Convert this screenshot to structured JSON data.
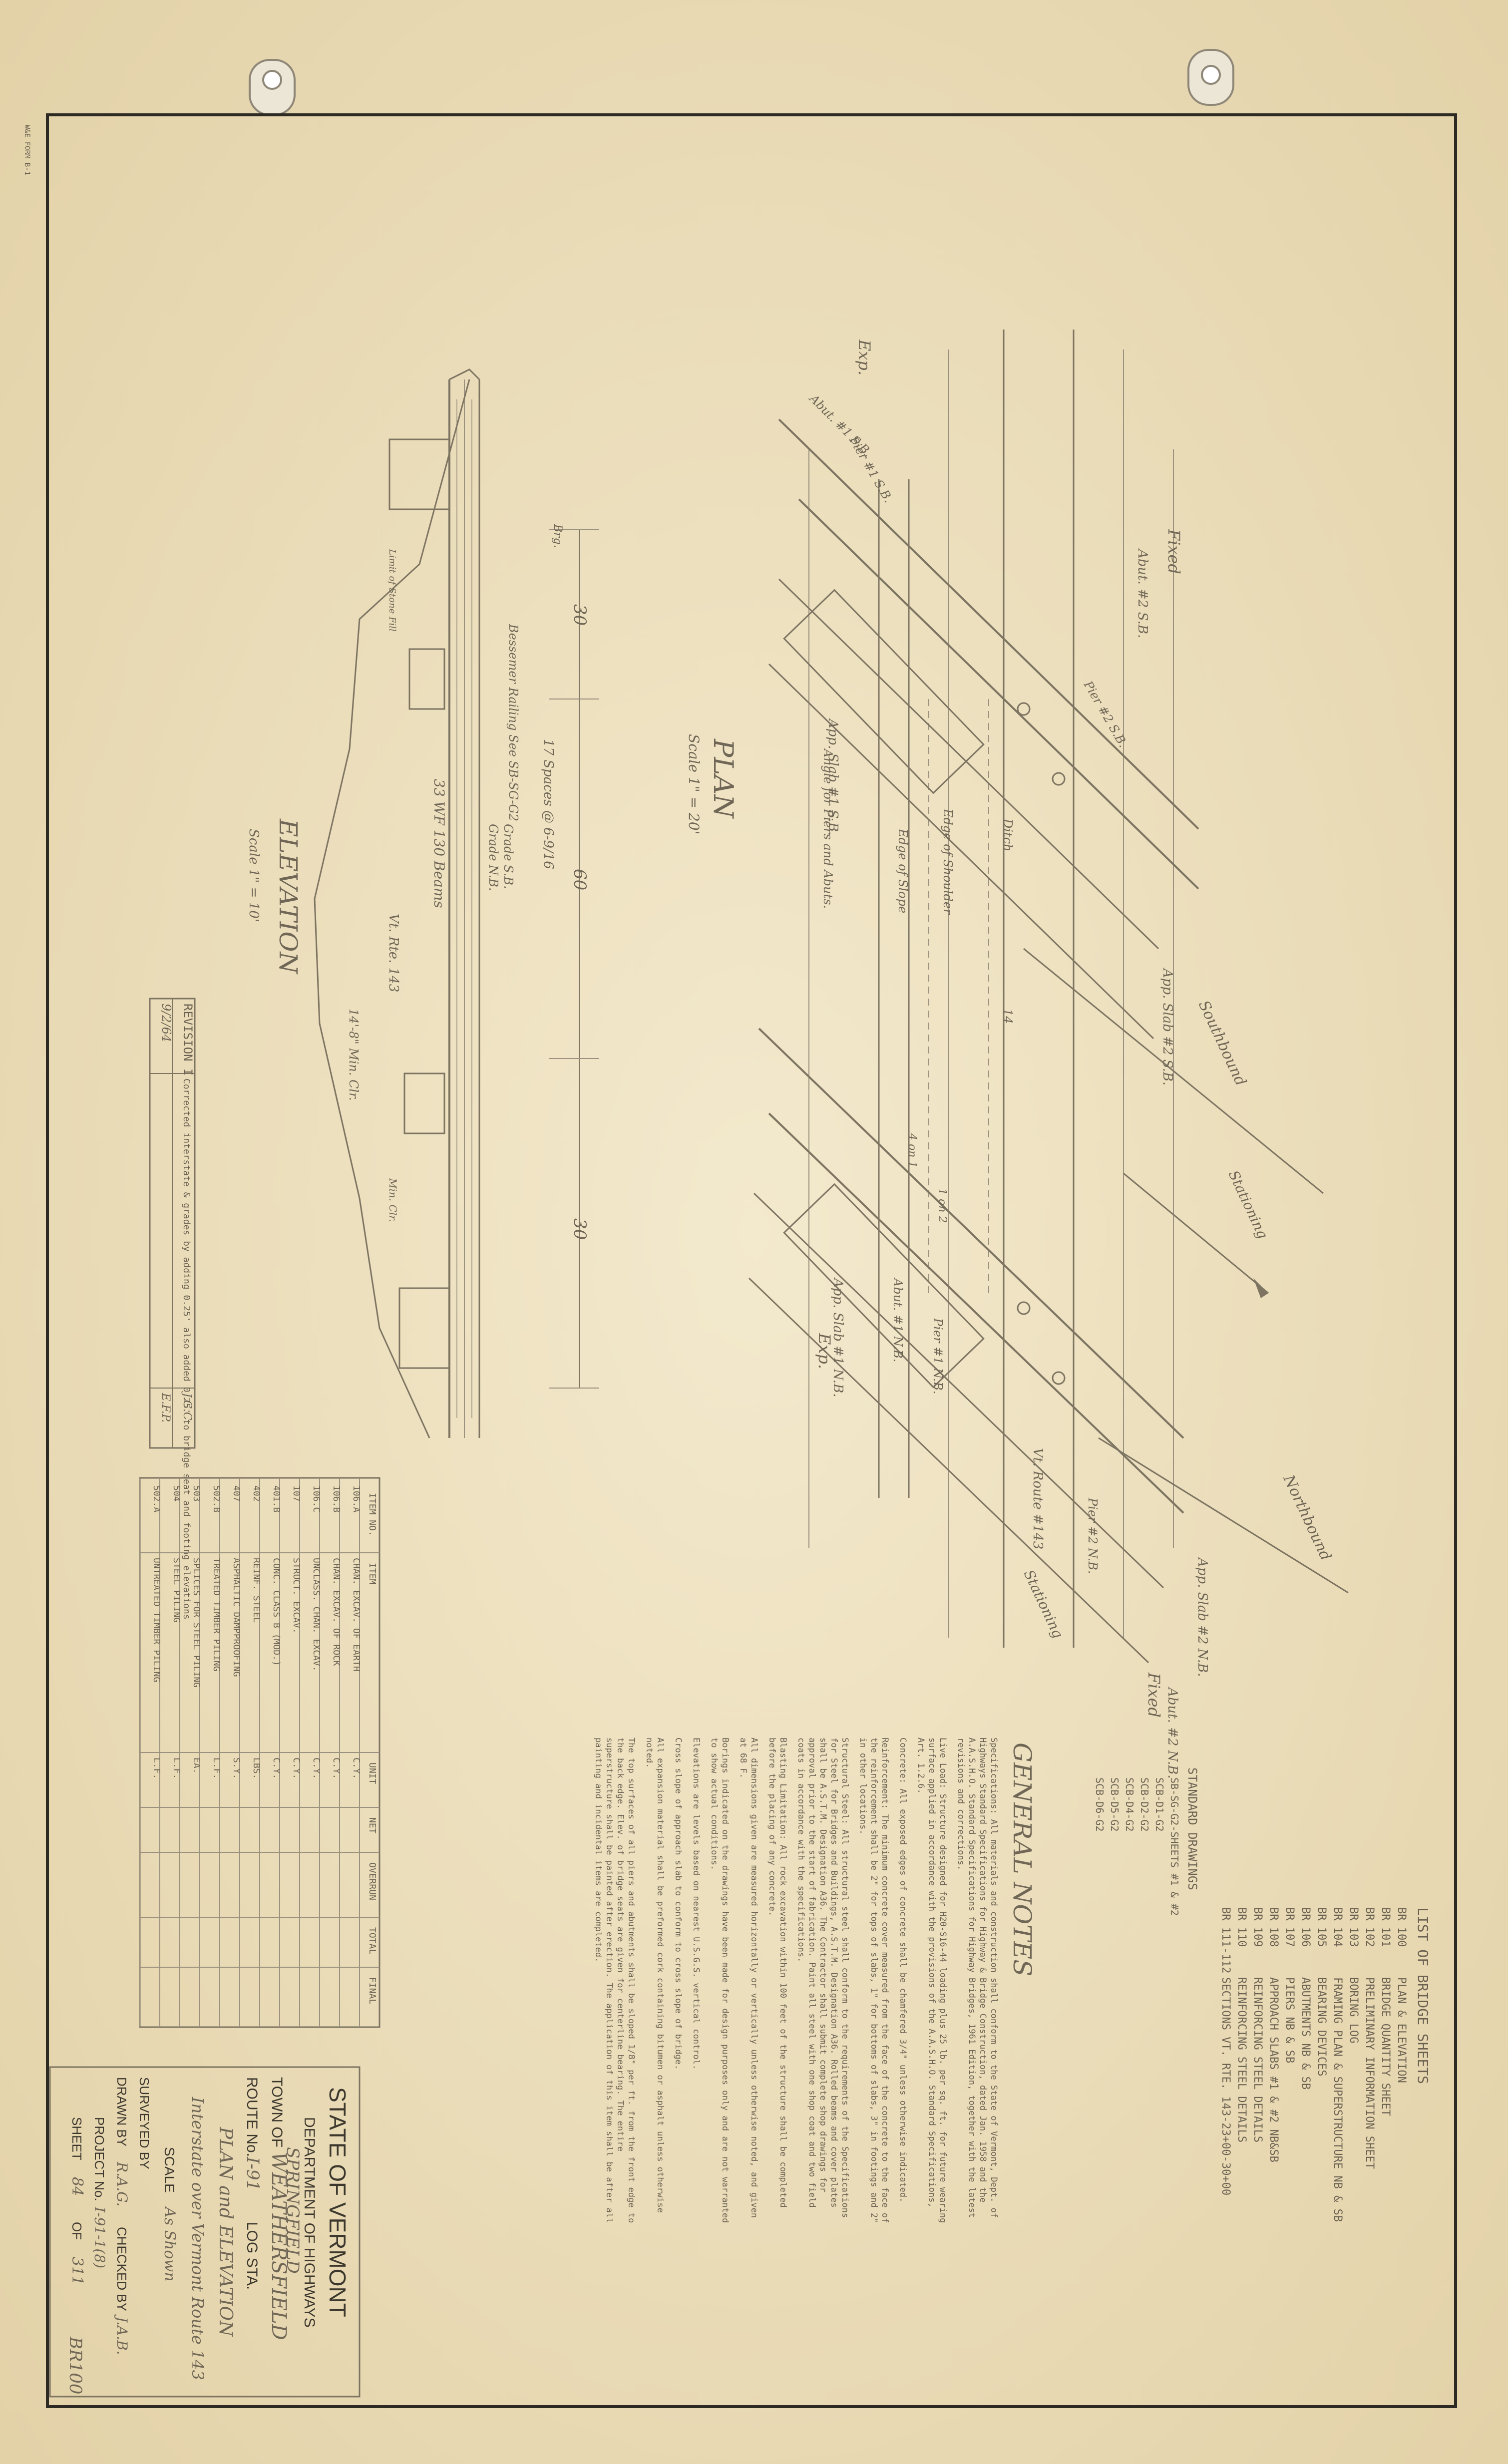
{
  "sheet_list": {
    "title": "LIST OF BRIDGE SHEETS",
    "items": [
      {
        "no": "BR 100",
        "desc": "PLAN & ELEVATION"
      },
      {
        "no": "BR 101",
        "desc": "BRIDGE QUANTITY SHEET"
      },
      {
        "no": "BR 102",
        "desc": "PRELIMINARY INFORMATION SHEET"
      },
      {
        "no": "BR 103",
        "desc": "BORING LOG"
      },
      {
        "no": "BR 104",
        "desc": "FRAMING PLAN & SUPERSTRUCTURE NB & SB"
      },
      {
        "no": "BR 105",
        "desc": "BEARING DEVICES"
      },
      {
        "no": "BR 106",
        "desc": "ABUTMENTS NB & SB"
      },
      {
        "no": "BR 107",
        "desc": "PIERS NB & SB"
      },
      {
        "no": "BR 108",
        "desc": "APPROACH SLABS #1 & #2 NB&SB"
      },
      {
        "no": "BR 109",
        "desc": "REINFORCING STEEL DETAILS"
      },
      {
        "no": "BR 110",
        "desc": "REINFORCING STEEL DETAILS"
      },
      {
        "no": "BR 111-112",
        "desc": "SECTIONS VT. RTE. 143-23+00-30+00"
      }
    ],
    "std_title": "STANDARD DRAWINGS",
    "std_items": [
      "SB-SG-G2-SHEETS #1 & #2",
      "SCB-D1-G2",
      "SCB-D2-G2",
      "SCB-D4-G2",
      "SCB-D5-G2",
      "SCB-D6-G2"
    ]
  },
  "notes": {
    "title": "GENERAL NOTES",
    "paragraphs": [
      "Specifications: All materials and construction shall conform to the State of Vermont, Dept. of Highways Standard Specifications for Highway & Bridge Construction, dated Jan. 1958 and the A.A.S.H.O. Standard Specifications for Highway Bridges, 1961 Edition, together with the latest revisions and corrections.",
      "Live Load: Structure designed for H20-S16-44 loading plus 25 lb. per sq. ft. for future wearing surface applied in accordance with the provisions of the A.A.S.H.O. Standard Specifications, Art. 1.2.6.",
      "Concrete: All exposed edges of concrete shall be chamfered 3/4\" unless otherwise indicated.",
      "Reinforcement: The minimum concrete cover measured from the face of the concrete to the face of the reinforcement shall be 2\" for tops of slabs, 1\" for bottoms of slabs, 3\" in footings and 2\" in other locations.",
      "Structural Steel: All structural steel shall conform to the requirements of the Specifications for Steel for Bridges and Buildings, A.S.T.M. Designation A36. Rolled beams and cover plates shall be A.S.T.M. Designation A36. The Contractor shall submit complete shop drawings for approval prior to the start of fabrication. Paint all steel with one shop coat and two field coats in accordance with the specifications.",
      "Blasting Limitation: All rock excavation within 100 feet of the structure shall be completed before the placing of any concrete.",
      "All dimensions given are measured horizontally or vertically unless otherwise noted, and given at 68 F.",
      "Borings indicated on the drawings have been made for design purposes only and are not warranted to show actual conditions.",
      "Elevations are levels based on nearest U.S.G.S. vertical control.",
      "Cross slope of approach slab to conform to cross slope of bridge.",
      "All expansion material shall be preformed cork containing bitumen or asphalt unless otherwise noted.",
      "The top surfaces of all piers and abutments shall be sloped 1/8\" per ft. from the front edge to the back edge. Elev. of bridge seats are given for centerline bearing. The entire superstructure shall be painted after erection. The application of this item shall be after all painting and incidental items are completed."
    ]
  },
  "quantities": {
    "headers": [
      "ITEM NO.",
      "ITEM",
      "UNIT",
      "NET",
      "OVERRUN",
      "TOTAL",
      "FINAL"
    ],
    "rows": [
      [
        "106.A",
        "CHAN. EXCAV. OF EARTH",
        "C.Y."
      ],
      [
        "106.B",
        "CHAN. EXCAV. OF ROCK",
        "C.Y."
      ],
      [
        "106.C",
        "UNCLASS. CHAN. EXCAV.",
        "C.Y."
      ],
      [
        "107",
        "STRUCT. EXCAV.",
        "C.Y."
      ],
      [
        "401.B",
        "CONC. CLASS B (MOD.)",
        "C.Y."
      ],
      [
        "402",
        "REINF. STEEL",
        "LBS."
      ],
      [
        "407",
        "ASPHALTIC DAMPPROOFING",
        "S.Y."
      ],
      [
        "502.B",
        "TREATED TIMBER PILING",
        "L.F."
      ],
      [
        "503",
        "SPLICES FOR STEEL PILING",
        "EA."
      ],
      [
        "504",
        "STEEL PILING",
        "L.F."
      ],
      [
        "502.A",
        "UNTREATED TIMBER PILING",
        "L.F."
      ]
    ]
  },
  "title_block": {
    "state": "STATE OF VERMONT",
    "dept": "DEPARTMENT OF HIGHWAYS",
    "town_label": "TOWN OF",
    "town_value": "WEATHERSFIELD",
    "town_alt": "SPRINGFIELD",
    "route_label": "ROUTE No.",
    "route_value": "I-91",
    "log_label": "LOG STA.",
    "plan_title": "PLAN and ELEVATION",
    "subtitle": "Interstate over Vermont Route 143",
    "scale_label": "SCALE",
    "scale_value": "As Shown",
    "surveyed_label": "SURVEYED BY",
    "drawn_label": "DRAWN BY",
    "drawn_value": "R.A.G.",
    "checked_label": "CHECKED BY",
    "checked_value": "J.A.B.",
    "project_label": "PROJECT No.",
    "project_value": "I-91-1(8)",
    "sheet_label": "SHEET",
    "sheet_value": "84",
    "of_label": "OF",
    "of_value": "311",
    "stamp": "BR100"
  },
  "revision": {
    "label": "REVISION I",
    "date": "9/2/64",
    "desc": "Corrected interstate & grades by adding 0.25' also added 0.25' to bridge seat and footing elevations",
    "initials1": "J.G.C.",
    "initials2": "E.F.P."
  },
  "plan": {
    "title": "PLAN",
    "scale": "Scale 1\" = 20'",
    "southbound": "Southbound",
    "northbound": "Northbound",
    "stationing1": "Stationing",
    "stationing2": "Stationing",
    "fixed1": "Fixed",
    "fixed2": "Fixed",
    "exp1": "Exp.",
    "exp2": "Exp.",
    "abut2_sb": "Abut. #2 S.B.",
    "abut1_sb": "Abut. #1 S.B.",
    "abut2_nb": "Abut. #2 N.B.",
    "abut1_nb": "Abut. #1 N.B.",
    "pier1_sb": "Pier #1 S.B.",
    "pier2_sb": "Pier #2 S.B.",
    "pier1_nb": "Pier #1 N.B.",
    "pier2_nb": "Pier #2 N.B.",
    "app_slab2_sb": "App. Slab #2 S.B.",
    "app_slab1_sb": "App. Slab #1 S.B.",
    "app_slab2_nb": "App. Slab #2 N.B.",
    "app_slab1_nb": "App. Slab #1 N.B.",
    "edge_shoulder": "Edge of Shoulder",
    "edge_slope": "Edge of Slope",
    "ditch": "Ditch",
    "route143": "Vt. Route #143",
    "angle": "Angle for Piers and Abuts.",
    "slope": "1 on 2",
    "slope4": "4 on 1",
    "dim14": "14"
  },
  "elevation": {
    "title": "ELEVATION",
    "scale": "Scale 1\" = 10'",
    "span1": "30",
    "span2": "60",
    "span3": "30",
    "beams": "33 WF 130 Beams",
    "spaces": "17 Spaces @ 6-9/16",
    "railing": "Bessemer Railing See SB-SG-G2",
    "grade_sb": "Grade S.B.",
    "grade_nb": "Grade N.B.",
    "route": "Vt. Rte. 143",
    "clr": "14'-8\" Min. Clr.",
    "brg": "Brg.",
    "limit": "Limit of Stone Fill",
    "min_clr": "Min. Clr."
  }
}
